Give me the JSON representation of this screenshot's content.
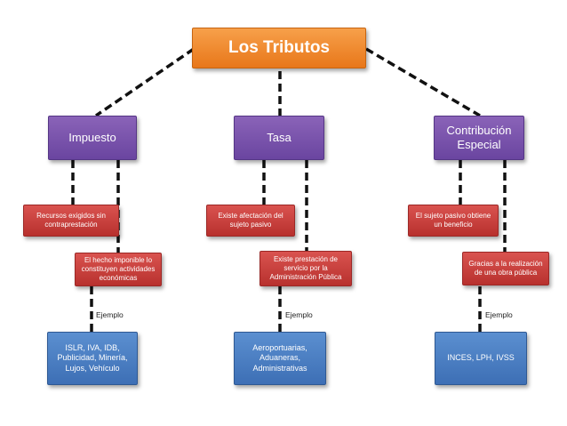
{
  "title": "Los Tributos",
  "columns": [
    {
      "header": "Impuesto",
      "definition": "Recursos exigidos sin contraprestación",
      "condition": "El hecho imponible lo constituyen actividades económicas",
      "example_label": "Ejemplo",
      "example": "ISLR, IVA, IDB, Publicidad, Minería, Lujos, Vehículo"
    },
    {
      "header": "Tasa",
      "definition": "Existe afectación del sujeto pasivo",
      "condition": "Existe prestación de servicio por la Administración Pública",
      "example_label": "Ejemplo",
      "example": "Aeroportuarias, Aduaneras, Administrativas"
    },
    {
      "header": "Contribución Especial",
      "definition": "El sujeto pasivo obtiene un beneficio",
      "condition": "Gracias a la realización de una obra pública",
      "example_label": "Ejemplo",
      "example": "INCES, LPH, IVSS"
    }
  ]
}
